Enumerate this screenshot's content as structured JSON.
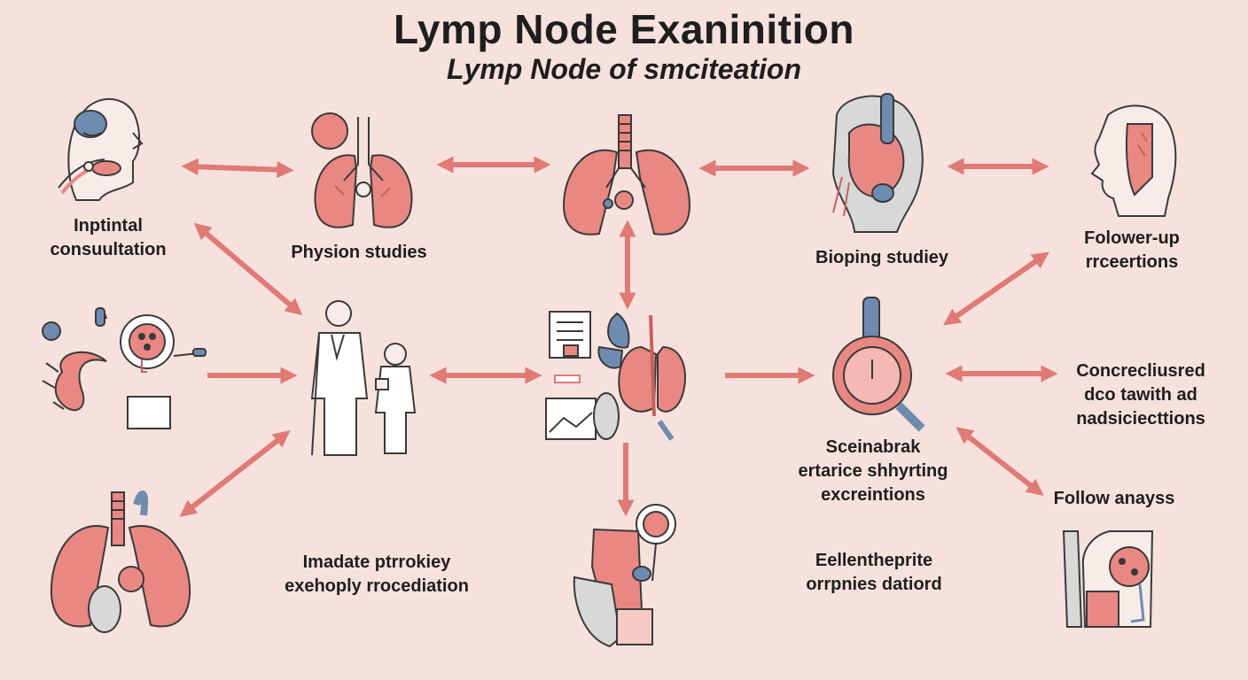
{
  "title": "Lymp Node Exaninition",
  "subtitle": "Lymp Node of smciteation",
  "colors": {
    "background": "#f6e1dd",
    "arrow": "#e07a76",
    "organ": "#e98883",
    "organ_dark": "#c9605c",
    "accent_blue": "#6f8bb0",
    "line": "#3a3a3a"
  },
  "steps": {
    "initial_consultation": [
      "Inptintal",
      "consuultation"
    ],
    "physical_studies": [
      "Physion studies"
    ],
    "biopsy_studies": [
      "Bioping studiey"
    ],
    "follow_up": [
      "Folower-up",
      "rrceertions"
    ],
    "conclusions": [
      "Concrecliusred",
      "dco tawith  ad",
      "nadsiciecttions"
    ],
    "screening": [
      "Sceinabrak",
      "ertarice shhyrting",
      "excreintions"
    ],
    "follow_analysis": [
      "Follow  anayss"
    ],
    "imaging_procedure": [
      "Imadate ptrrokiey",
      "exehoply rrocediation"
    ],
    "pathology_reports": [
      "Eellentheprite",
      "orrpnies datiord"
    ]
  }
}
